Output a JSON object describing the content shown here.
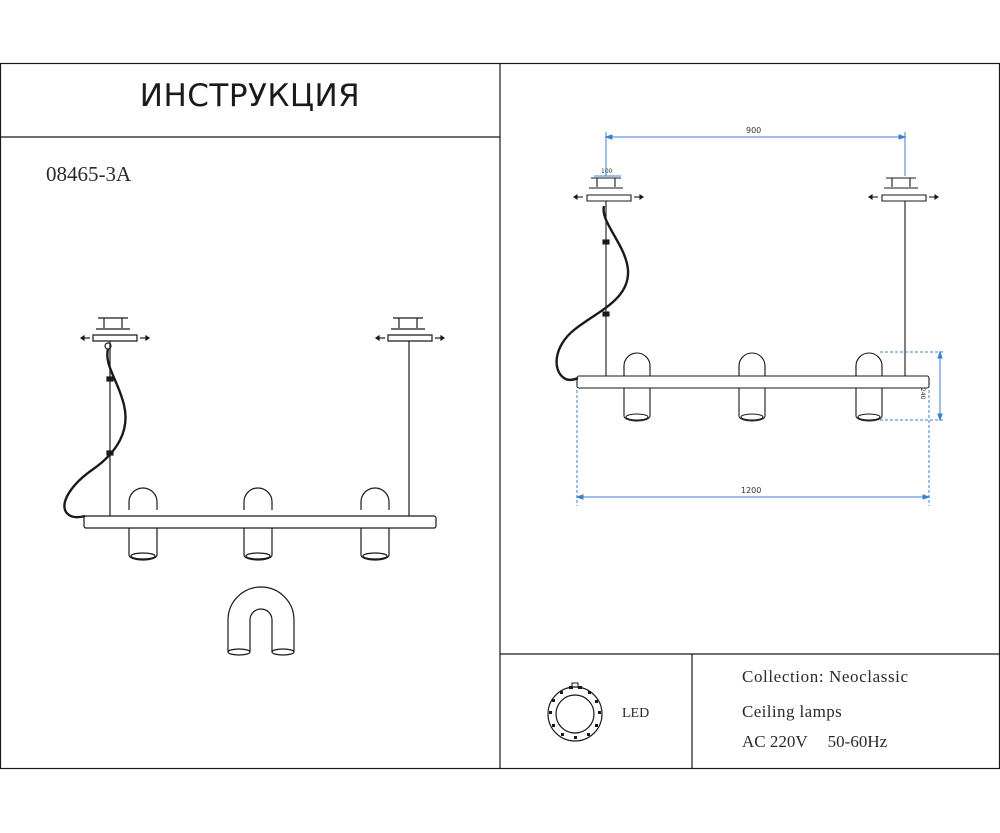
{
  "header": {
    "title": "ИНСТРУКЦИЯ"
  },
  "model": {
    "code": "08465-3A"
  },
  "dimensions": {
    "width_top": "900",
    "canopy": "100",
    "length": "1200",
    "height": "240"
  },
  "info": {
    "light_source": "LED",
    "collection": "Collection: Neoclassic",
    "type": "Ceiling lamps",
    "voltage": "AC 220V",
    "frequency": "50-60Hz"
  },
  "colors": {
    "line": "#1a1a1a",
    "dimension": "#3b7fd0"
  }
}
